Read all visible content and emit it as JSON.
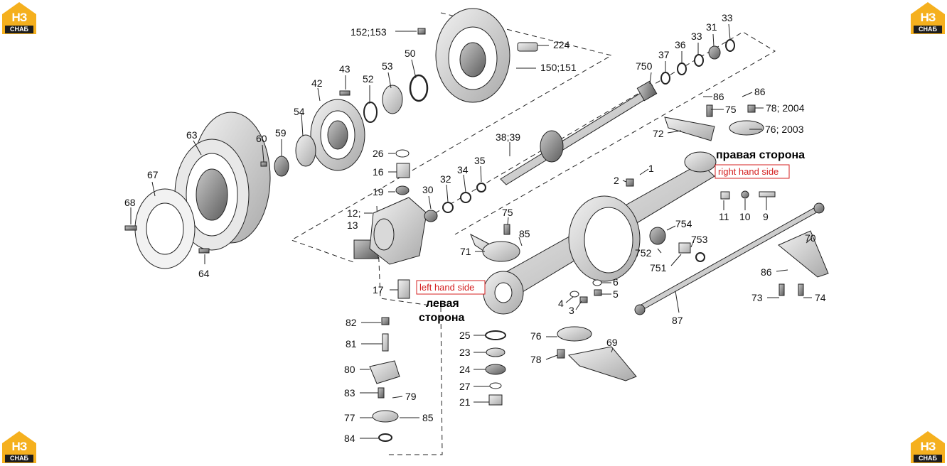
{
  "logo": {
    "brand": "НЗ",
    "sub": "СНАБ",
    "gold": "#f5b01e",
    "dark": "#1d1d1d"
  },
  "captions": {
    "right_ru": "правая сторона",
    "right_en": "right hand side",
    "left_en": "left hand side",
    "left_ru_1": "левая",
    "left_ru_2": "сторона"
  },
  "parts": {
    "p152_153": "152;153",
    "p224": "224",
    "p150_151": "150;151",
    "p50": "50",
    "p53": "53",
    "p52": "52",
    "p43": "43",
    "p42": "42",
    "p54": "54",
    "p63": "63",
    "p60": "60",
    "p59": "59",
    "p67": "67",
    "p68": "68",
    "p64": "64",
    "p26": "26",
    "p16": "16",
    "p19": "19",
    "p12": "12;",
    "p13": "13",
    "p30": "30",
    "p32": "32",
    "p34": "34",
    "p35": "35",
    "p38_39": "38;39",
    "p17": "17",
    "p750": "750",
    "p37": "37",
    "p36": "36",
    "p33a": "33",
    "p31": "31",
    "p33b": "33",
    "p86a": "86",
    "p86b": "86",
    "p75a": "75",
    "p78_2004": "78; 2004",
    "p72": "72",
    "p76_2003": "76; 2003",
    "p2": "2",
    "p1": "1",
    "p11": "11",
    "p10": "10",
    "p9": "9",
    "p75b": "75",
    "p85a": "85",
    "p71": "71",
    "p754": "754",
    "p753": "753",
    "p752": "752",
    "p751": "751",
    "p6": "6",
    "p5": "5",
    "p4": "4",
    "p3": "3",
    "p70": "70",
    "p86c": "86",
    "p73": "73",
    "p74": "74",
    "p87": "87",
    "p69": "69",
    "p76b": "76",
    "p78b": "78",
    "p82": "82",
    "p81": "81",
    "p80": "80",
    "p83": "83",
    "p79": "79",
    "p77": "77",
    "p85b": "85",
    "p84": "84",
    "p25": "25",
    "p23": "23",
    "p24": "24",
    "p27": "27",
    "p21": "21"
  }
}
